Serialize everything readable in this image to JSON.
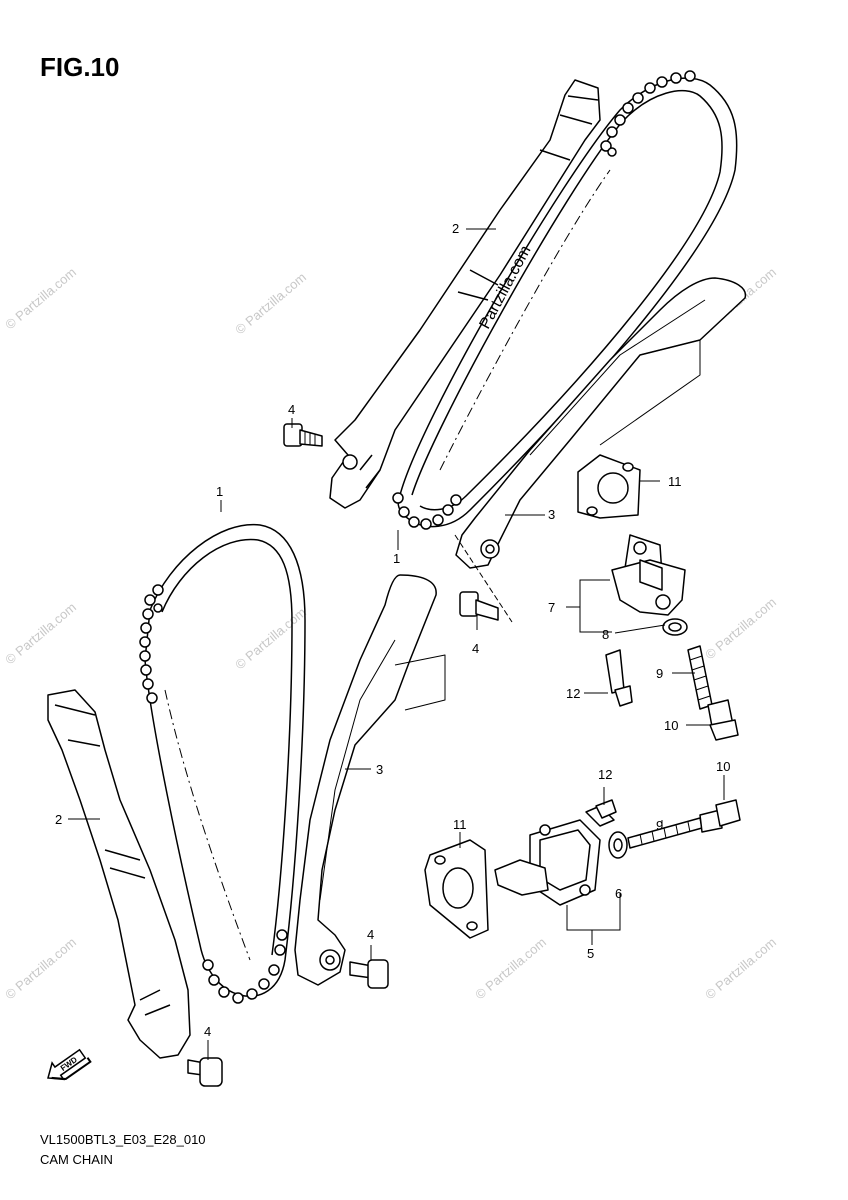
{
  "figure": {
    "title": "FIG.10",
    "code": "VL1500BTL3_E03_E28_010",
    "name": "CAM CHAIN"
  },
  "watermark": {
    "text": "© Partzilla.com",
    "center_text": "Partzilla.com"
  },
  "fwd_label": "FWD",
  "callouts": {
    "upper_chain": "1",
    "lower_chain": "1",
    "upper_guide": "2",
    "lower_guide": "2",
    "upper_tensioner": "3",
    "lower_tensioner": "3",
    "upper_bolt": "4",
    "upper_mid_bolt": "4",
    "lower_mid_bolt": "4",
    "lower_bolt": "4",
    "lower_adjuster": "5",
    "lower_washer": "6",
    "upper_adjuster": "7",
    "upper_washer": "8",
    "upper_spring": "9",
    "lower_spring": "9",
    "upper_cap_bolt": "10",
    "lower_cap_bolt": "10",
    "upper_gasket": "11",
    "lower_gasket": "11",
    "upper_screw": "12",
    "lower_screw": "12"
  }
}
